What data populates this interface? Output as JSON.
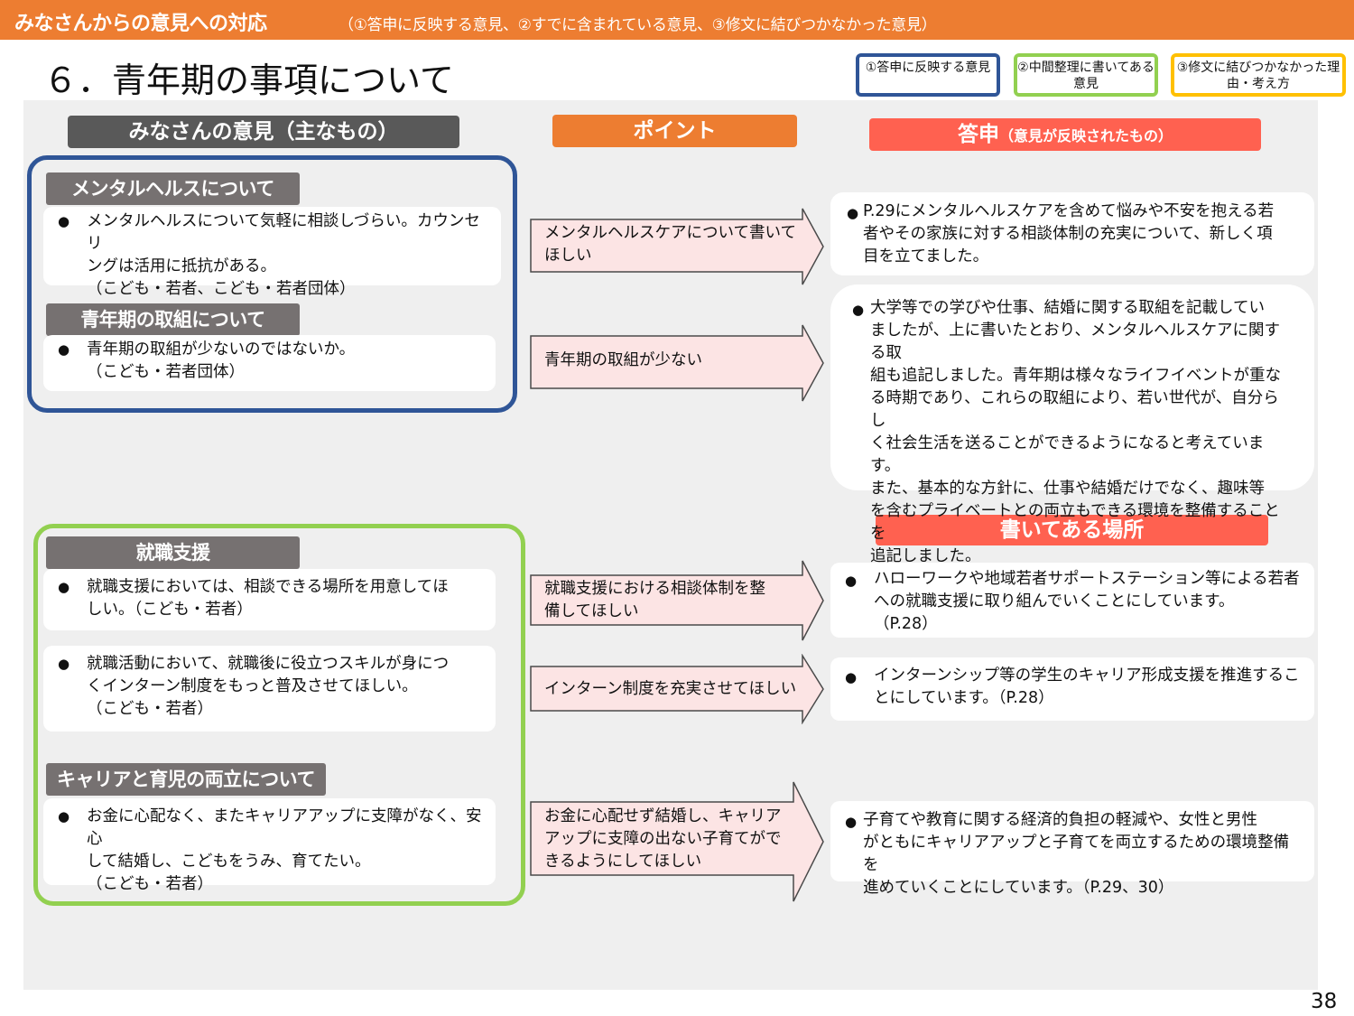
{
  "header": {
    "title": "みなさんからの意見への対応",
    "subtitle": "（①答申に反映する意見、②すでに含まれている意見、③修文に結びつかなかった意見）"
  },
  "page_title": "６．青年期の事項について",
  "legend": [
    {
      "label": "①答申に反映する意見",
      "color": "#2F5597"
    },
    {
      "label": "②中間整理に書いてある意見",
      "color": "#92D050"
    },
    {
      "label": "③修文に結びつかなかった理由・考え方",
      "color": "#FFC000"
    }
  ],
  "columns": {
    "opinions": "みなさんの意見（主なもの）",
    "point": "ポイント",
    "answer_main": "答申",
    "answer_sub": "（意見が反映されたもの）",
    "written_place": "書いてある場所"
  },
  "opinions": {
    "mental": {
      "tag": "メンタルヘルスについて",
      "lines": [
        "メンタルヘルスについて気軽に相談しづらい。カウンセリ",
        "ングは活用に抵抗がある。",
        "（こども・若者、こども・若者団体）"
      ]
    },
    "youth": {
      "tag": "青年期の取組について",
      "lines": [
        "青年期の取組が少ないのではないか。",
        "（こども・若者団体）"
      ]
    },
    "job": {
      "tag": "就職支援",
      "item1_lines": [
        "就職支援においては、相談できる場所を用意してほ",
        "しい。（こども・若者）"
      ],
      "item2_lines": [
        "就職活動において、就職後に役立つスキルが身につ",
        "くインターン制度をもっと普及させてほしい。",
        "（こども・若者）"
      ]
    },
    "career": {
      "tag": "キャリアと育児の両立について",
      "lines": [
        "お金に心配なく、またキャリアアップに支障がなく、安心",
        "して結婚し、こどもをうみ、育てたい。",
        "（こども・若者）"
      ]
    },
    "bullet": "●"
  },
  "points": [
    {
      "lines": [
        "メンタルヘルスケアについて書いて",
        "ほしい"
      ]
    },
    {
      "lines": [
        "青年期の取組が少ない"
      ]
    },
    {
      "lines": [
        "就職支援における相談体制を整",
        "備してほしい"
      ]
    },
    {
      "lines": [
        "インターン制度を充実させてほしい"
      ]
    },
    {
      "lines": [
        "お金に心配せず結婚し、キャリア",
        "アップに支障の出ない子育てがで",
        "きるようにしてほしい"
      ]
    }
  ],
  "answers": {
    "mental": [
      "P.29にメンタルヘルスケアを含めて悩みや不安を抱える若",
      "者やその家族に対する相談体制の充実について、新しく項",
      "目を立てました。"
    ],
    "youth": [
      "大学等での学びや仕事、結婚に関する取組を記載してい",
      "ましたが、上に書いたとおり、メンタルヘルスケアに関する取",
      "組も追記しました。青年期は様々なライフイベントが重な",
      "る時期であり、これらの取組により、若い世代が、自分らし",
      "く社会生活を送ることができるようになると考えています。",
      "また、基本的な方針に、仕事や結婚だけでなく、趣味等",
      "を含むプライベートとの両立もできる環境を整備することを",
      "追記しました。"
    ],
    "job": [
      "ハローワークや地域若者サポートステーション等による若者",
      "への就職支援に取り組んでいくことにしています。",
      "（P.28）"
    ],
    "intern": [
      "インターンシップ等の学生のキャリア形成支援を推進するこ",
      "とにしています。（P.28）"
    ],
    "career": [
      "子育てや教育に関する経済的負担の軽減や、女性と男性",
      "がともにキャリアアップと子育てを両立するための環境整備を",
      "進めていくことにしています。（P.29、30）"
    ]
  },
  "page_number": "38"
}
